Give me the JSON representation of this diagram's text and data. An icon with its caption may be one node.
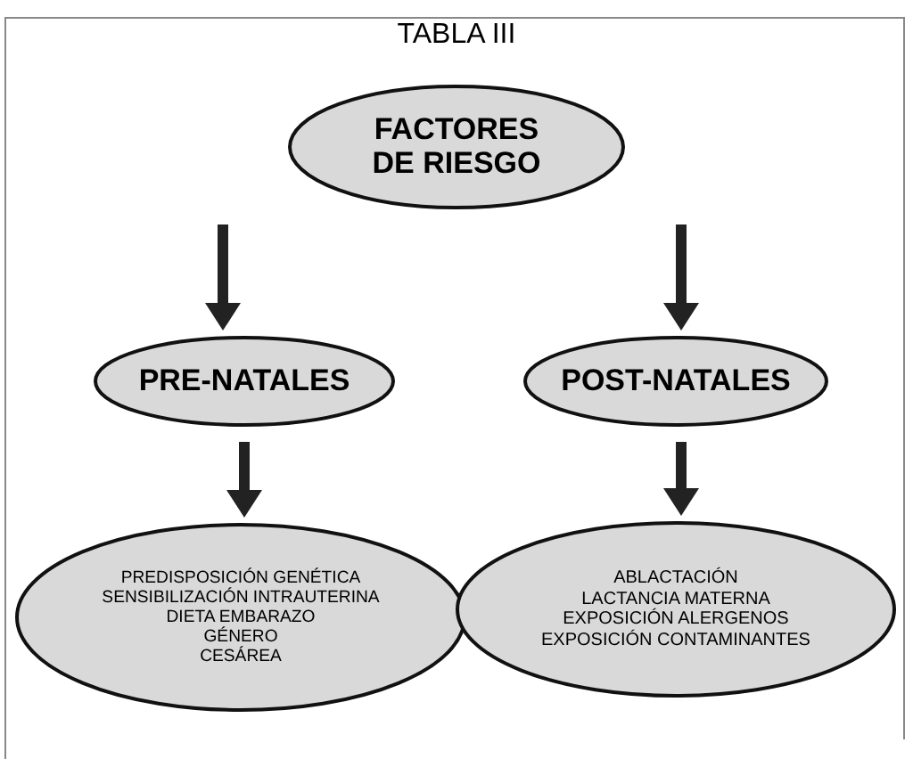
{
  "diagram": {
    "title": "TABLA III",
    "nodes": [
      {
        "text": [
          "FACTORES DE RIESGO"
        ]
      },
      {
        "text": [
          "PRE-NATALES"
        ]
      },
      {
        "text": [
          "POST-NATALES"
        ]
      },
      {
        "text": [
          "PREDISPOSICIÓN GENÉTICA",
          "SENSIBILIZACIÓN INTRAUTERINA",
          "DIETA EMBARAZO",
          "GÉNERO",
          "CESÁREA"
        ]
      },
      {
        "text": [
          "ABLACTACIÓN",
          "LACTANCIA MATERNA",
          "EXPOSICIÓN ALERGENOS",
          "EXPOSICIÓN CONTAMINANTES"
        ]
      }
    ],
    "edges": [
      {
        "from": 0,
        "to": 1,
        "arrow": "to"
      },
      {
        "from": 0,
        "to": 2,
        "arrow": "to"
      },
      {
        "from": 1,
        "to": 3,
        "arrow": "to"
      },
      {
        "from": 2,
        "to": 4,
        "arrow": "to"
      }
    ]
  }
}
